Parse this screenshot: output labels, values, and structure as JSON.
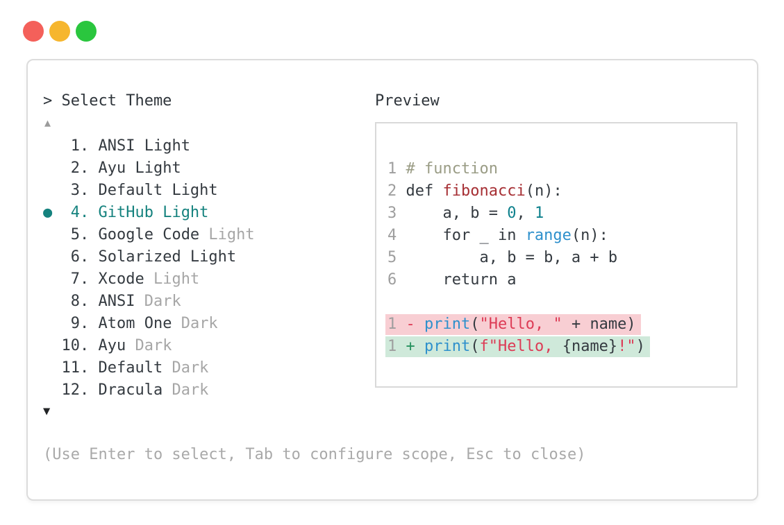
{
  "window": {
    "traffic_lights": [
      {
        "name": "close",
        "color": "#f4605a"
      },
      {
        "name": "minimize",
        "color": "#f6b62e"
      },
      {
        "name": "zoom",
        "color": "#2ac63e"
      }
    ]
  },
  "theme_list": {
    "title": "> Select Theme",
    "scroll_up_indicator": "▲",
    "scroll_down_indicator": "▼",
    "selected_bullet": "●",
    "selected_theme": "GitHub Light",
    "items": [
      {
        "lead": "   1. ",
        "main": "ANSI Light",
        "dim": "",
        "selected": false
      },
      {
        "lead": "   2. ",
        "main": "Ayu Light",
        "dim": "",
        "selected": false
      },
      {
        "lead": "   3. ",
        "main": "Default Light",
        "dim": "",
        "selected": false
      },
      {
        "lead": "●  4. ",
        "main": "GitHub Light",
        "dim": "",
        "selected": true
      },
      {
        "lead": "   5. ",
        "main": "Google Code",
        "dim": " Light",
        "selected": false
      },
      {
        "lead": "   6. ",
        "main": "Solarized Light",
        "dim": "",
        "selected": false
      },
      {
        "lead": "   7. ",
        "main": "Xcode",
        "dim": " Light",
        "selected": false
      },
      {
        "lead": "   8. ",
        "main": "ANSI",
        "dim": " Dark",
        "selected": false
      },
      {
        "lead": "   9. ",
        "main": "Atom One",
        "dim": " Dark",
        "selected": false
      },
      {
        "lead": "  10. ",
        "main": "Ayu",
        "dim": " Dark",
        "selected": false
      },
      {
        "lead": "  11. ",
        "main": "Default",
        "dim": " Dark",
        "selected": false
      },
      {
        "lead": "  12. ",
        "main": "Dracula",
        "dim": " Dark",
        "selected": false
      }
    ],
    "help_text": "(Use Enter to select, Tab to configure scope, Esc to close)"
  },
  "preview": {
    "label": "Preview",
    "lines": [
      {
        "bg": null,
        "segs": [
          [
            "1 ",
            "lineno"
          ],
          [
            "# function",
            "comment"
          ]
        ]
      },
      {
        "bg": null,
        "segs": [
          [
            "2 ",
            "lineno"
          ],
          [
            "def ",
            "plain"
          ],
          [
            "fibonacci",
            "func"
          ],
          [
            "(n):",
            "plain"
          ]
        ]
      },
      {
        "bg": null,
        "segs": [
          [
            "3 ",
            "lineno"
          ],
          [
            "    a, b = ",
            "plain"
          ],
          [
            "0",
            "num"
          ],
          [
            ", ",
            "plain"
          ],
          [
            "1",
            "num"
          ]
        ]
      },
      {
        "bg": null,
        "segs": [
          [
            "4 ",
            "lineno"
          ],
          [
            "    for _ in ",
            "plain"
          ],
          [
            "range",
            "blue"
          ],
          [
            "(n):",
            "plain"
          ]
        ]
      },
      {
        "bg": null,
        "segs": [
          [
            "5 ",
            "lineno"
          ],
          [
            "        a, b = b, a + b",
            "plain"
          ]
        ]
      },
      {
        "bg": null,
        "segs": [
          [
            "6 ",
            "lineno"
          ],
          [
            "    return a",
            "plain"
          ]
        ]
      },
      {
        "bg": null,
        "segs": []
      },
      {
        "bg": "removed",
        "segs": [
          [
            "1 ",
            "lineno"
          ],
          [
            "- ",
            "minus"
          ],
          [
            "print",
            "blue"
          ],
          [
            "(",
            "plain"
          ],
          [
            "\"Hello, \"",
            "str"
          ],
          [
            " + name)",
            "plain"
          ]
        ]
      },
      {
        "bg": "added",
        "segs": [
          [
            "1 ",
            "lineno"
          ],
          [
            "+ ",
            "plus"
          ],
          [
            "print",
            "blue"
          ],
          [
            "(",
            "plain"
          ],
          [
            "f\"Hello, ",
            "str"
          ],
          [
            "{name}",
            "plain"
          ],
          [
            "!\"",
            "str"
          ],
          [
            ")",
            "plain"
          ]
        ]
      }
    ]
  },
  "colors": {
    "selected_theme": "#15827e",
    "dim_text": "#a6a6a6",
    "text": "#343a40",
    "line_number": "#9e9e9e",
    "comment": "#9a9c85",
    "function_name": "#a62f34",
    "number_literal": "#0d808c",
    "builtin_blue": "#2e90cc",
    "string": "#dd3b55",
    "diff_minus": "#dd3b55",
    "diff_plus": "#27925f",
    "removed_bg": "#f8ced3",
    "added_bg": "#cfe9da",
    "panel_border": "#dcdcdc"
  }
}
